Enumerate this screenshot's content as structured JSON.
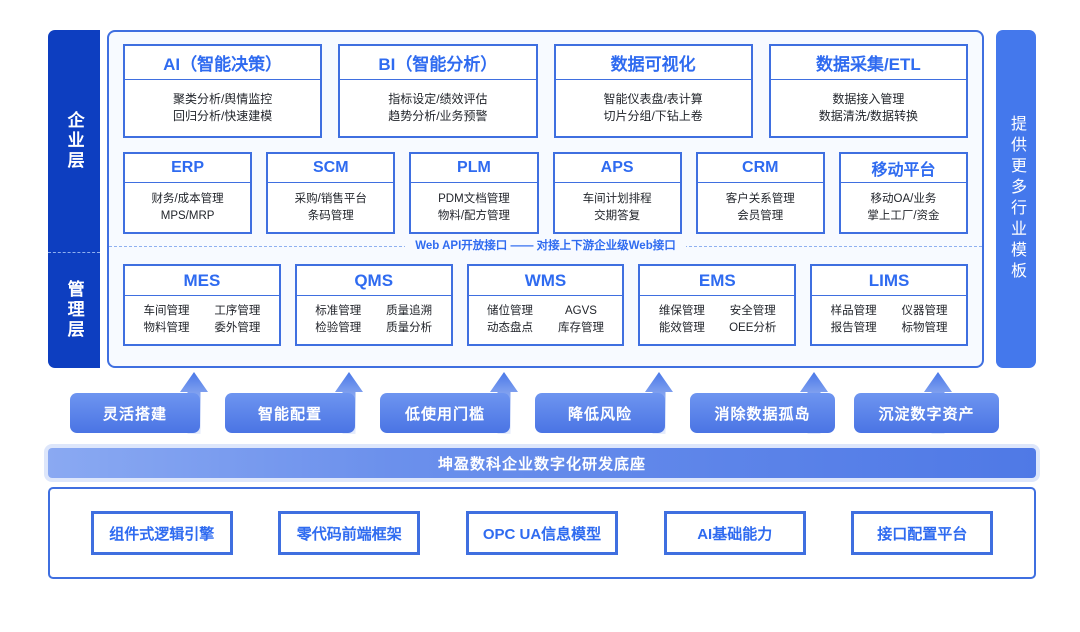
{
  "colors": {
    "primary_blue": "#2f6bf0",
    "border_blue": "#3f6fe0",
    "deep_blue": "#0d3ec0",
    "pill_blue": "#4478ec",
    "card_bg": "#f7faff"
  },
  "layers": {
    "enterprise_label": "企业层",
    "management_label": "管理层"
  },
  "side_pill": {
    "label": "提供更多行业模板"
  },
  "enterprise": {
    "analytics_row": [
      {
        "title": "AI（智能决策）",
        "lines": [
          "聚类分析/舆情监控",
          "回归分析/快速建模"
        ]
      },
      {
        "title": "BI（智能分析）",
        "lines": [
          "指标设定/绩效评估",
          "趋势分析/业务预警"
        ]
      },
      {
        "title": "数据可视化",
        "lines": [
          "智能仪表盘/表计算",
          "切片分组/下钻上卷"
        ]
      },
      {
        "title": "数据采集/ETL",
        "lines": [
          "数据接入管理",
          "数据清洗/数据转换"
        ]
      }
    ],
    "systems_row": [
      {
        "title": "ERP",
        "lines": [
          "财务/成本管理",
          "MPS/MRP"
        ]
      },
      {
        "title": "SCM",
        "lines": [
          "采购/销售平台",
          "条码管理"
        ]
      },
      {
        "title": "PLM",
        "lines": [
          "PDM文档管理",
          "物料/配方管理"
        ]
      },
      {
        "title": "APS",
        "lines": [
          "车间计划排程",
          "交期答复"
        ]
      },
      {
        "title": "CRM",
        "lines": [
          "客户关系管理",
          "会员管理"
        ]
      },
      {
        "title": "移动平台",
        "lines": [
          "移动OA/业务",
          "掌上工厂/资金"
        ]
      }
    ]
  },
  "web_api_label": "Web API开放接口 —— 对接上下游企业级Web接口",
  "management": {
    "systems_row": [
      {
        "title": "MES",
        "row1": [
          "车间管理",
          "工序管理"
        ],
        "row2": [
          "物料管理",
          "委外管理"
        ]
      },
      {
        "title": "QMS",
        "row1": [
          "标准管理",
          "质量追溯"
        ],
        "row2": [
          "检验管理",
          "质量分析"
        ]
      },
      {
        "title": "WMS",
        "row1": [
          "储位管理",
          "AGVS"
        ],
        "row2": [
          "动态盘点",
          "库存管理"
        ]
      },
      {
        "title": "EMS",
        "row1": [
          "维保管理",
          "安全管理"
        ],
        "row2": [
          "能效管理",
          "OEE分析"
        ]
      },
      {
        "title": "LIMS",
        "row1": [
          "样品管理",
          "仪器管理"
        ],
        "row2": [
          "报告管理",
          "标物管理"
        ]
      }
    ]
  },
  "benefits": [
    "灵活搭建",
    "智能配置",
    "低使用门槛",
    "降低风险",
    "消除数据孤岛",
    "沉淀数字资产"
  ],
  "foundation": {
    "bar_title": "坤盈数科企业数字化研发底座",
    "capabilities": [
      "组件式逻辑引擎",
      "零代码前端框架",
      "OPC UA信息模型",
      "AI基础能力",
      "接口配置平台"
    ]
  }
}
